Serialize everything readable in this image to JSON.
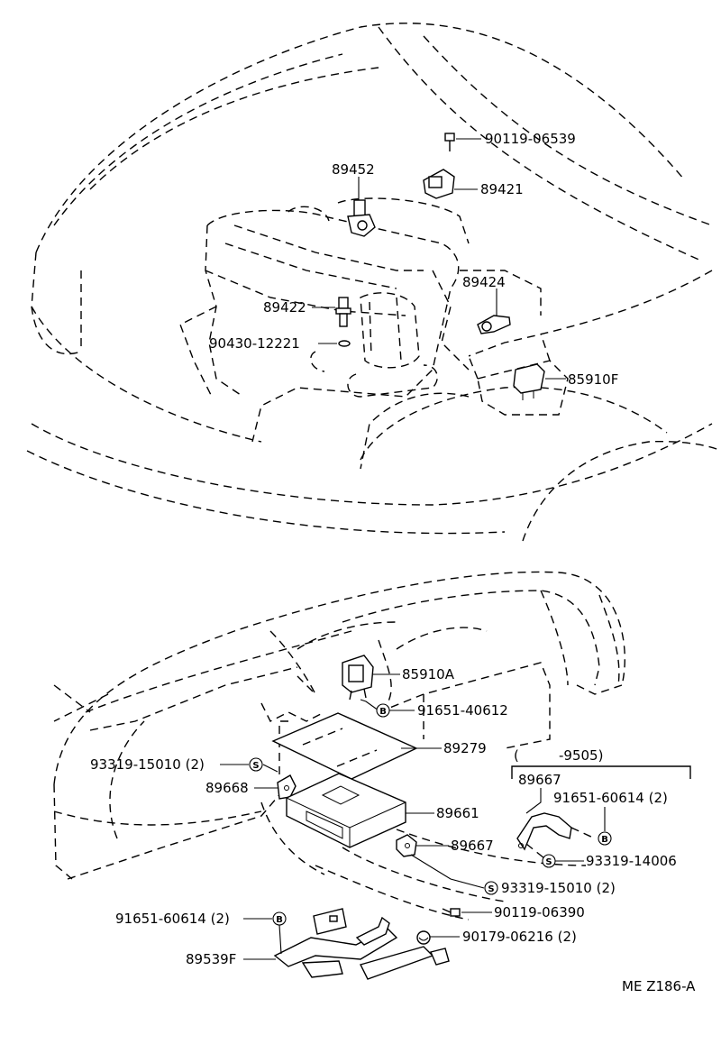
{
  "upper_callouts": {
    "p90119_06539": "90119-06539",
    "p89452": "89452",
    "p89421": "89421",
    "p89424": "89424",
    "p89422": "89422",
    "p90430_12221": "90430-12221",
    "p85910F": "85910F"
  },
  "lower_callouts": {
    "p85910A": "85910A",
    "p91651_40612": "91651-40612",
    "p89279": "89279",
    "p93319_15010_left": "93319-15010 (2)",
    "p89668": "89668",
    "p89661": "89661",
    "p89667": "89667",
    "p93319_15010_right": "93319-15010 (2)",
    "p90119_06390": "90119-06390",
    "p91651_60614_left": "91651-60614 (2)",
    "p90179_06216": "90179-06216 (2)",
    "p89539F": "89539F"
  },
  "variant_box": {
    "range": "-9505)",
    "paren": "(",
    "p89667": "89667",
    "p91651_60614": "91651-60614 (2)",
    "p93319_14006": "93319-14006"
  },
  "symbols": {
    "bolt": "B",
    "screw": "S"
  },
  "diagram_code": "ME Z186-A"
}
